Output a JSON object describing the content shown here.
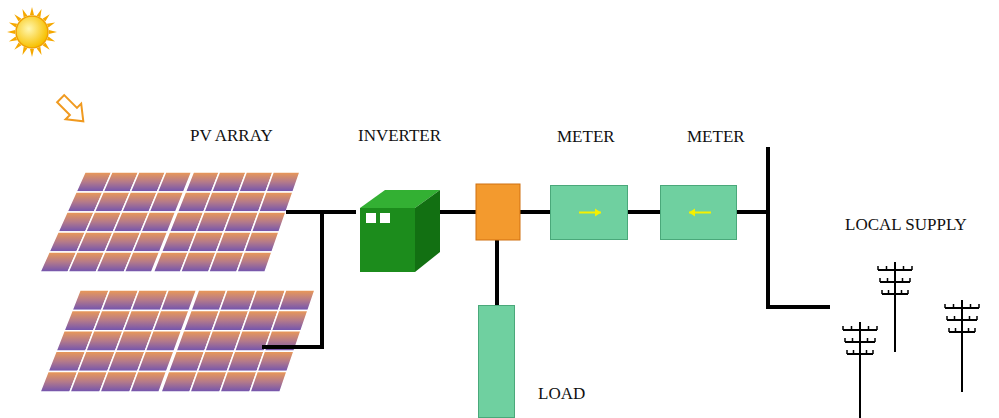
{
  "diagram": {
    "nodes": [
      {
        "text": [
          "PV ARRAY"
        ]
      },
      {
        "text": [
          "INVERTER"
        ]
      },
      {
        "text": [
          "METER"
        ]
      },
      {
        "text": [
          "METER"
        ]
      },
      {
        "text": [
          "LOAD"
        ]
      },
      {
        "text": [
          "LOCAL SUPPLY"
        ]
      }
    ],
    "edges": [
      {
        "from": 0,
        "to": 1,
        "arrow": "none"
      },
      {
        "from": 1,
        "to": 2,
        "arrow": "none"
      },
      {
        "from": 1,
        "to": 4,
        "arrow": "none"
      },
      {
        "from": 2,
        "to": 3,
        "arrow": "none"
      },
      {
        "from": 3,
        "to": 5,
        "arrow": "none"
      }
    ]
  }
}
